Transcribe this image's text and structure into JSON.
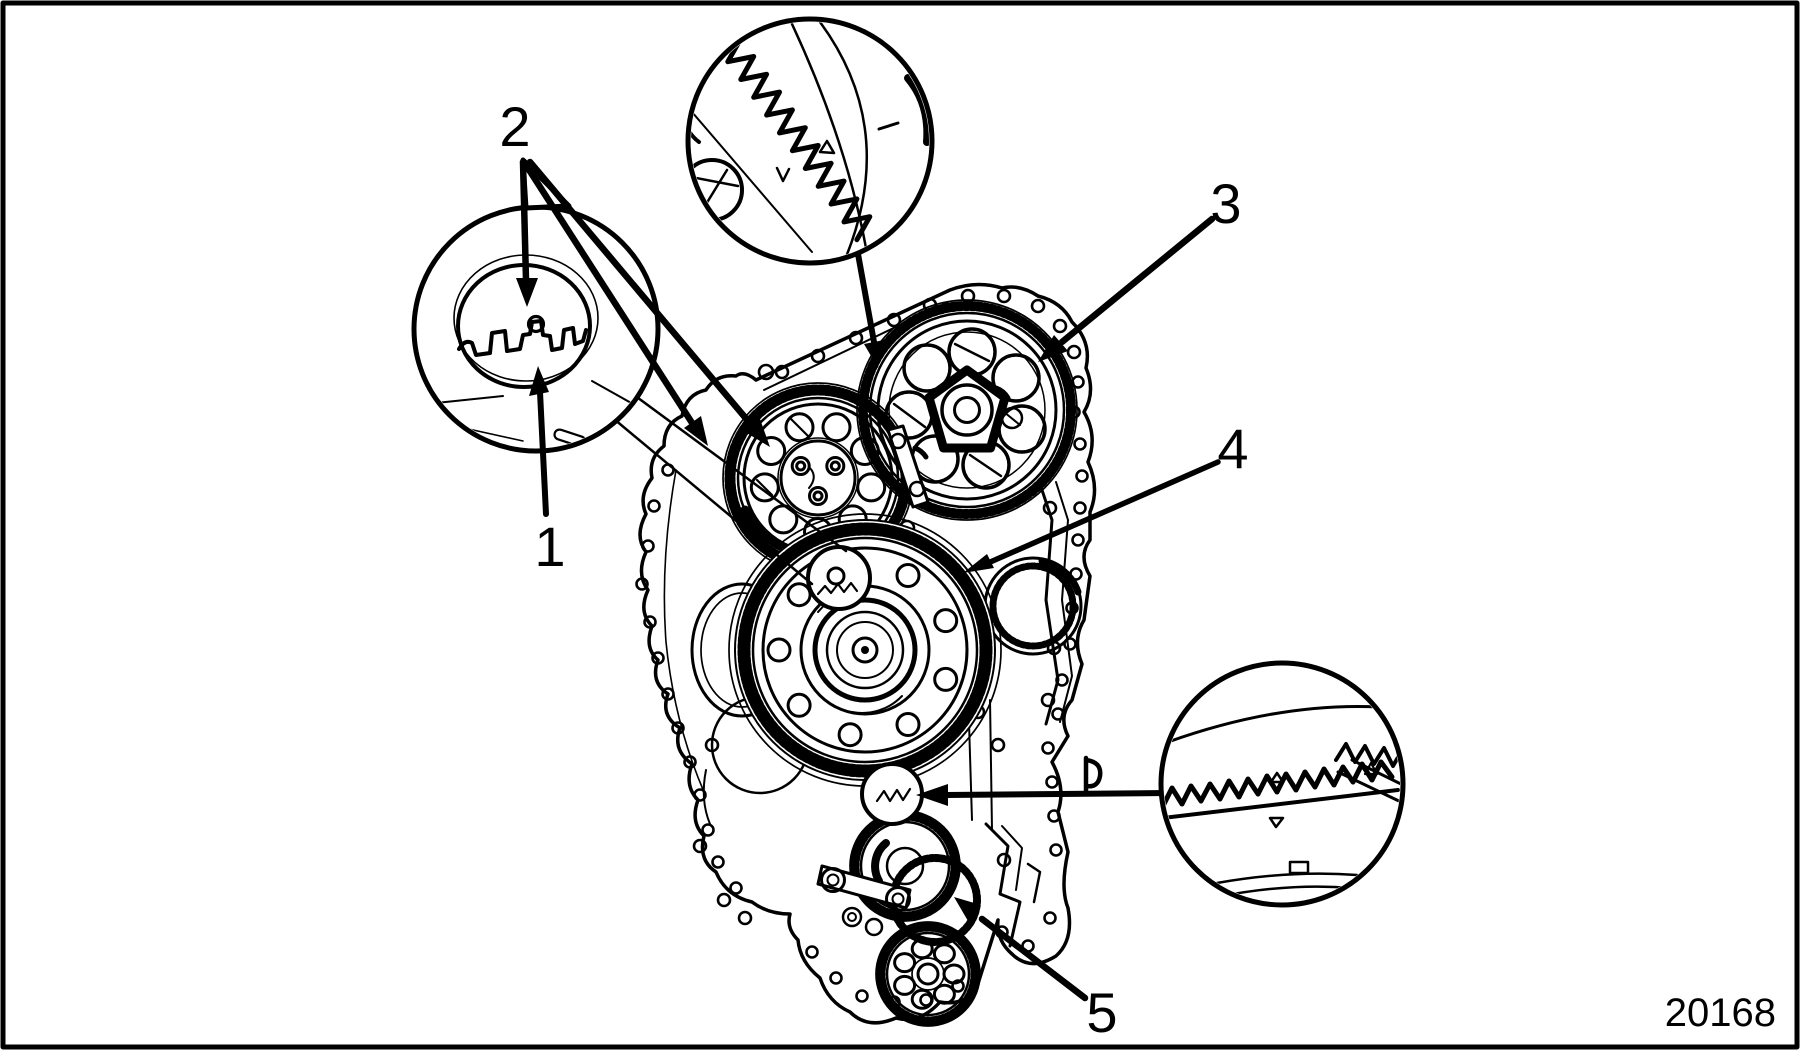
{
  "figure": {
    "code": "20168",
    "callouts": [
      {
        "id": "1",
        "label": "1"
      },
      {
        "id": "2",
        "label": "2"
      },
      {
        "id": "3",
        "label": "3"
      },
      {
        "id": "4",
        "label": "4"
      },
      {
        "id": "5",
        "label": "5"
      }
    ]
  },
  "colors": {
    "ink": "#000000",
    "paper": "#ffffff"
  }
}
